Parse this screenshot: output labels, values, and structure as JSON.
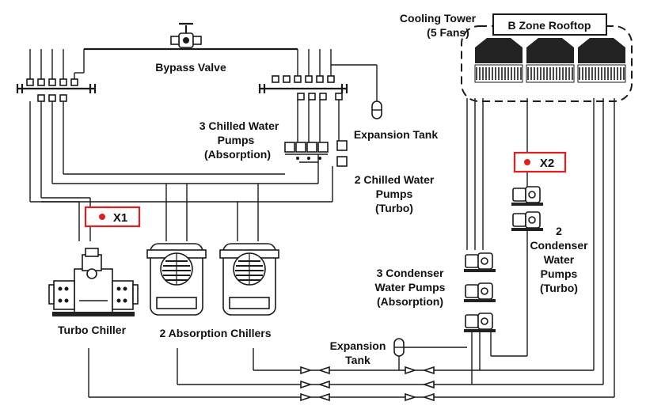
{
  "labels": {
    "bypass_valve": "Bypass Valve",
    "cooling_tower_1": "Cooling Tower",
    "cooling_tower_2": "(5 Fans)",
    "rooftop": "B Zone Rooftop",
    "expansion_tank_top": "Expansion Tank",
    "abs_chw_pumps_1": "3 Chilled Water",
    "abs_chw_pumps_2": "Pumps",
    "abs_chw_pumps_3": "(Absorption)",
    "turbo_chw_pumps_1": "2 Chilled Water",
    "turbo_chw_pumps_2": "Pumps",
    "turbo_chw_pumps_3": "(Turbo)",
    "abs_cw_pumps_1": "3 Condenser",
    "abs_cw_pumps_2": "Water Pumps",
    "abs_cw_pumps_3": "(Absorption)",
    "turbo_cw_pumps_1": "2",
    "turbo_cw_pumps_2": "Condenser",
    "turbo_cw_pumps_3": "Water",
    "turbo_cw_pumps_4": "Pumps",
    "turbo_cw_pumps_5": "(Turbo)",
    "turbo_chiller": "Turbo Chiller",
    "absorption_chillers": "2 Absorption Chillers",
    "expansion_tank_bottom_1": "Expansion",
    "expansion_tank_bottom_2": "Tank"
  },
  "markers": {
    "x1": "X1",
    "x2": "X2"
  },
  "colors": {
    "marker": "#e02020",
    "line": "#1a1a1a"
  }
}
